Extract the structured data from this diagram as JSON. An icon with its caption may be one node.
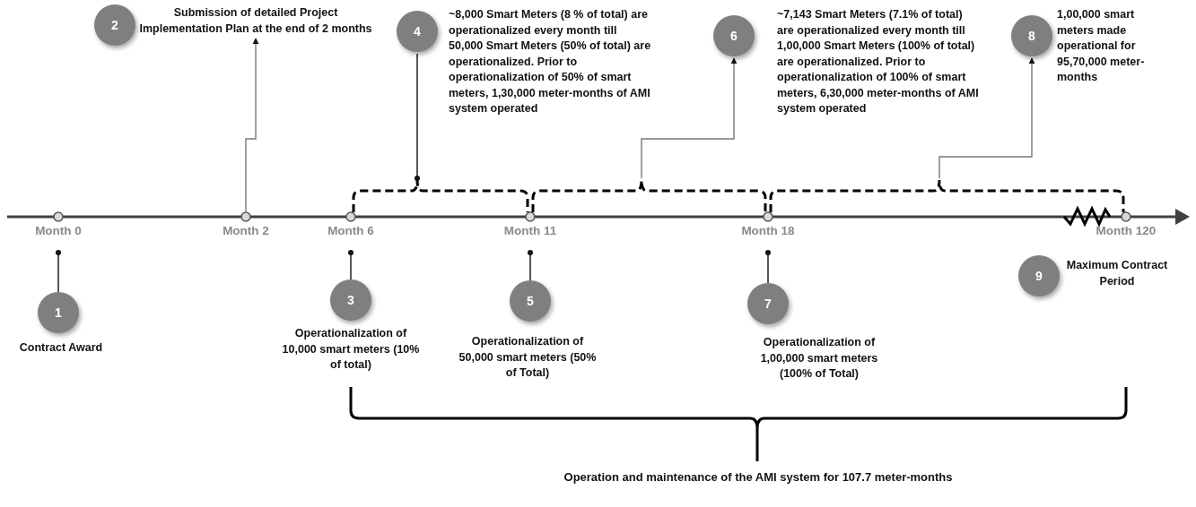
{
  "diagram": {
    "nodes": [
      {
        "text": [
          "Month 0"
        ]
      },
      {
        "text": [
          "Month 2"
        ]
      },
      {
        "text": [
          "Month 6"
        ]
      },
      {
        "text": [
          "Month 11"
        ]
      },
      {
        "text": [
          "Month 18"
        ]
      },
      {
        "text": [
          "Month 120"
        ]
      },
      {
        "text": [],
        "shape": "brace"
      },
      {
        "text": [],
        "shape": "brace"
      },
      {
        "text": [],
        "shape": "brace"
      },
      {
        "text": [
          "1"
        ],
        "beside": [
          "Contract Award"
        ]
      },
      {
        "text": [
          "2"
        ],
        "beside": [
          "Submission of detailed Project Implementation Plan at the end of 2 months"
        ]
      },
      {
        "text": [
          "3"
        ],
        "beside": [
          "Operationalization of 10,000 smart meters (10% of total)"
        ]
      },
      {
        "text": [
          "4"
        ],
        "beside": [
          "~8,000 Smart Meters (8 % of total) are operationalized every month till 50,000 Smart Meters (50% of total) are operationalized. Prior to operationalization of 50% of smart meters, 1,30,000 meter-months of AMI system operated"
        ]
      },
      {
        "text": [
          "5"
        ],
        "beside": [
          "Operationalization of 50,000 smart meters (50% of Total)"
        ]
      },
      {
        "text": [
          "6"
        ],
        "beside": [
          "~7,143 Smart Meters (7.1% of total) are operationalized every month till 1,00,000 Smart Meters (100% of total) are operationalized. Prior to operationalization of 100% of smart meters, 6,30,000 meter-months of AMI system operated"
        ]
      },
      {
        "text": [
          "7"
        ],
        "beside": [
          "Operationalization of 1,00,000 smart meters (100% of Total)"
        ]
      },
      {
        "text": [
          "8"
        ],
        "beside": [
          "1,00,000 smart meters made operational for 95,70,000 meter-months"
        ]
      },
      {
        "text": [
          "9"
        ],
        "beside": [
          "Maximum Contract Period"
        ]
      }
    ],
    "edges": [
      {
        "from": 0,
        "to": 9,
        "arrow": "other"
      },
      {
        "from": 1,
        "to": 10,
        "arrow": "to",
        "color": "#777777"
      },
      {
        "from": 2,
        "to": 11,
        "arrow": "other"
      },
      {
        "from": 6,
        "to": 12,
        "arrow": "other"
      },
      {
        "from": 3,
        "to": 13,
        "arrow": "other"
      },
      {
        "from": 7,
        "to": 14,
        "arrow": "to",
        "color": "#777777"
      },
      {
        "from": 4,
        "to": 15,
        "arrow": "other"
      },
      {
        "from": 8,
        "to": 16,
        "arrow": "to",
        "color": "#777777"
      }
    ],
    "labels": [
      "Operation and maintenance of the AMI system for 107.7 meter-months"
    ]
  }
}
